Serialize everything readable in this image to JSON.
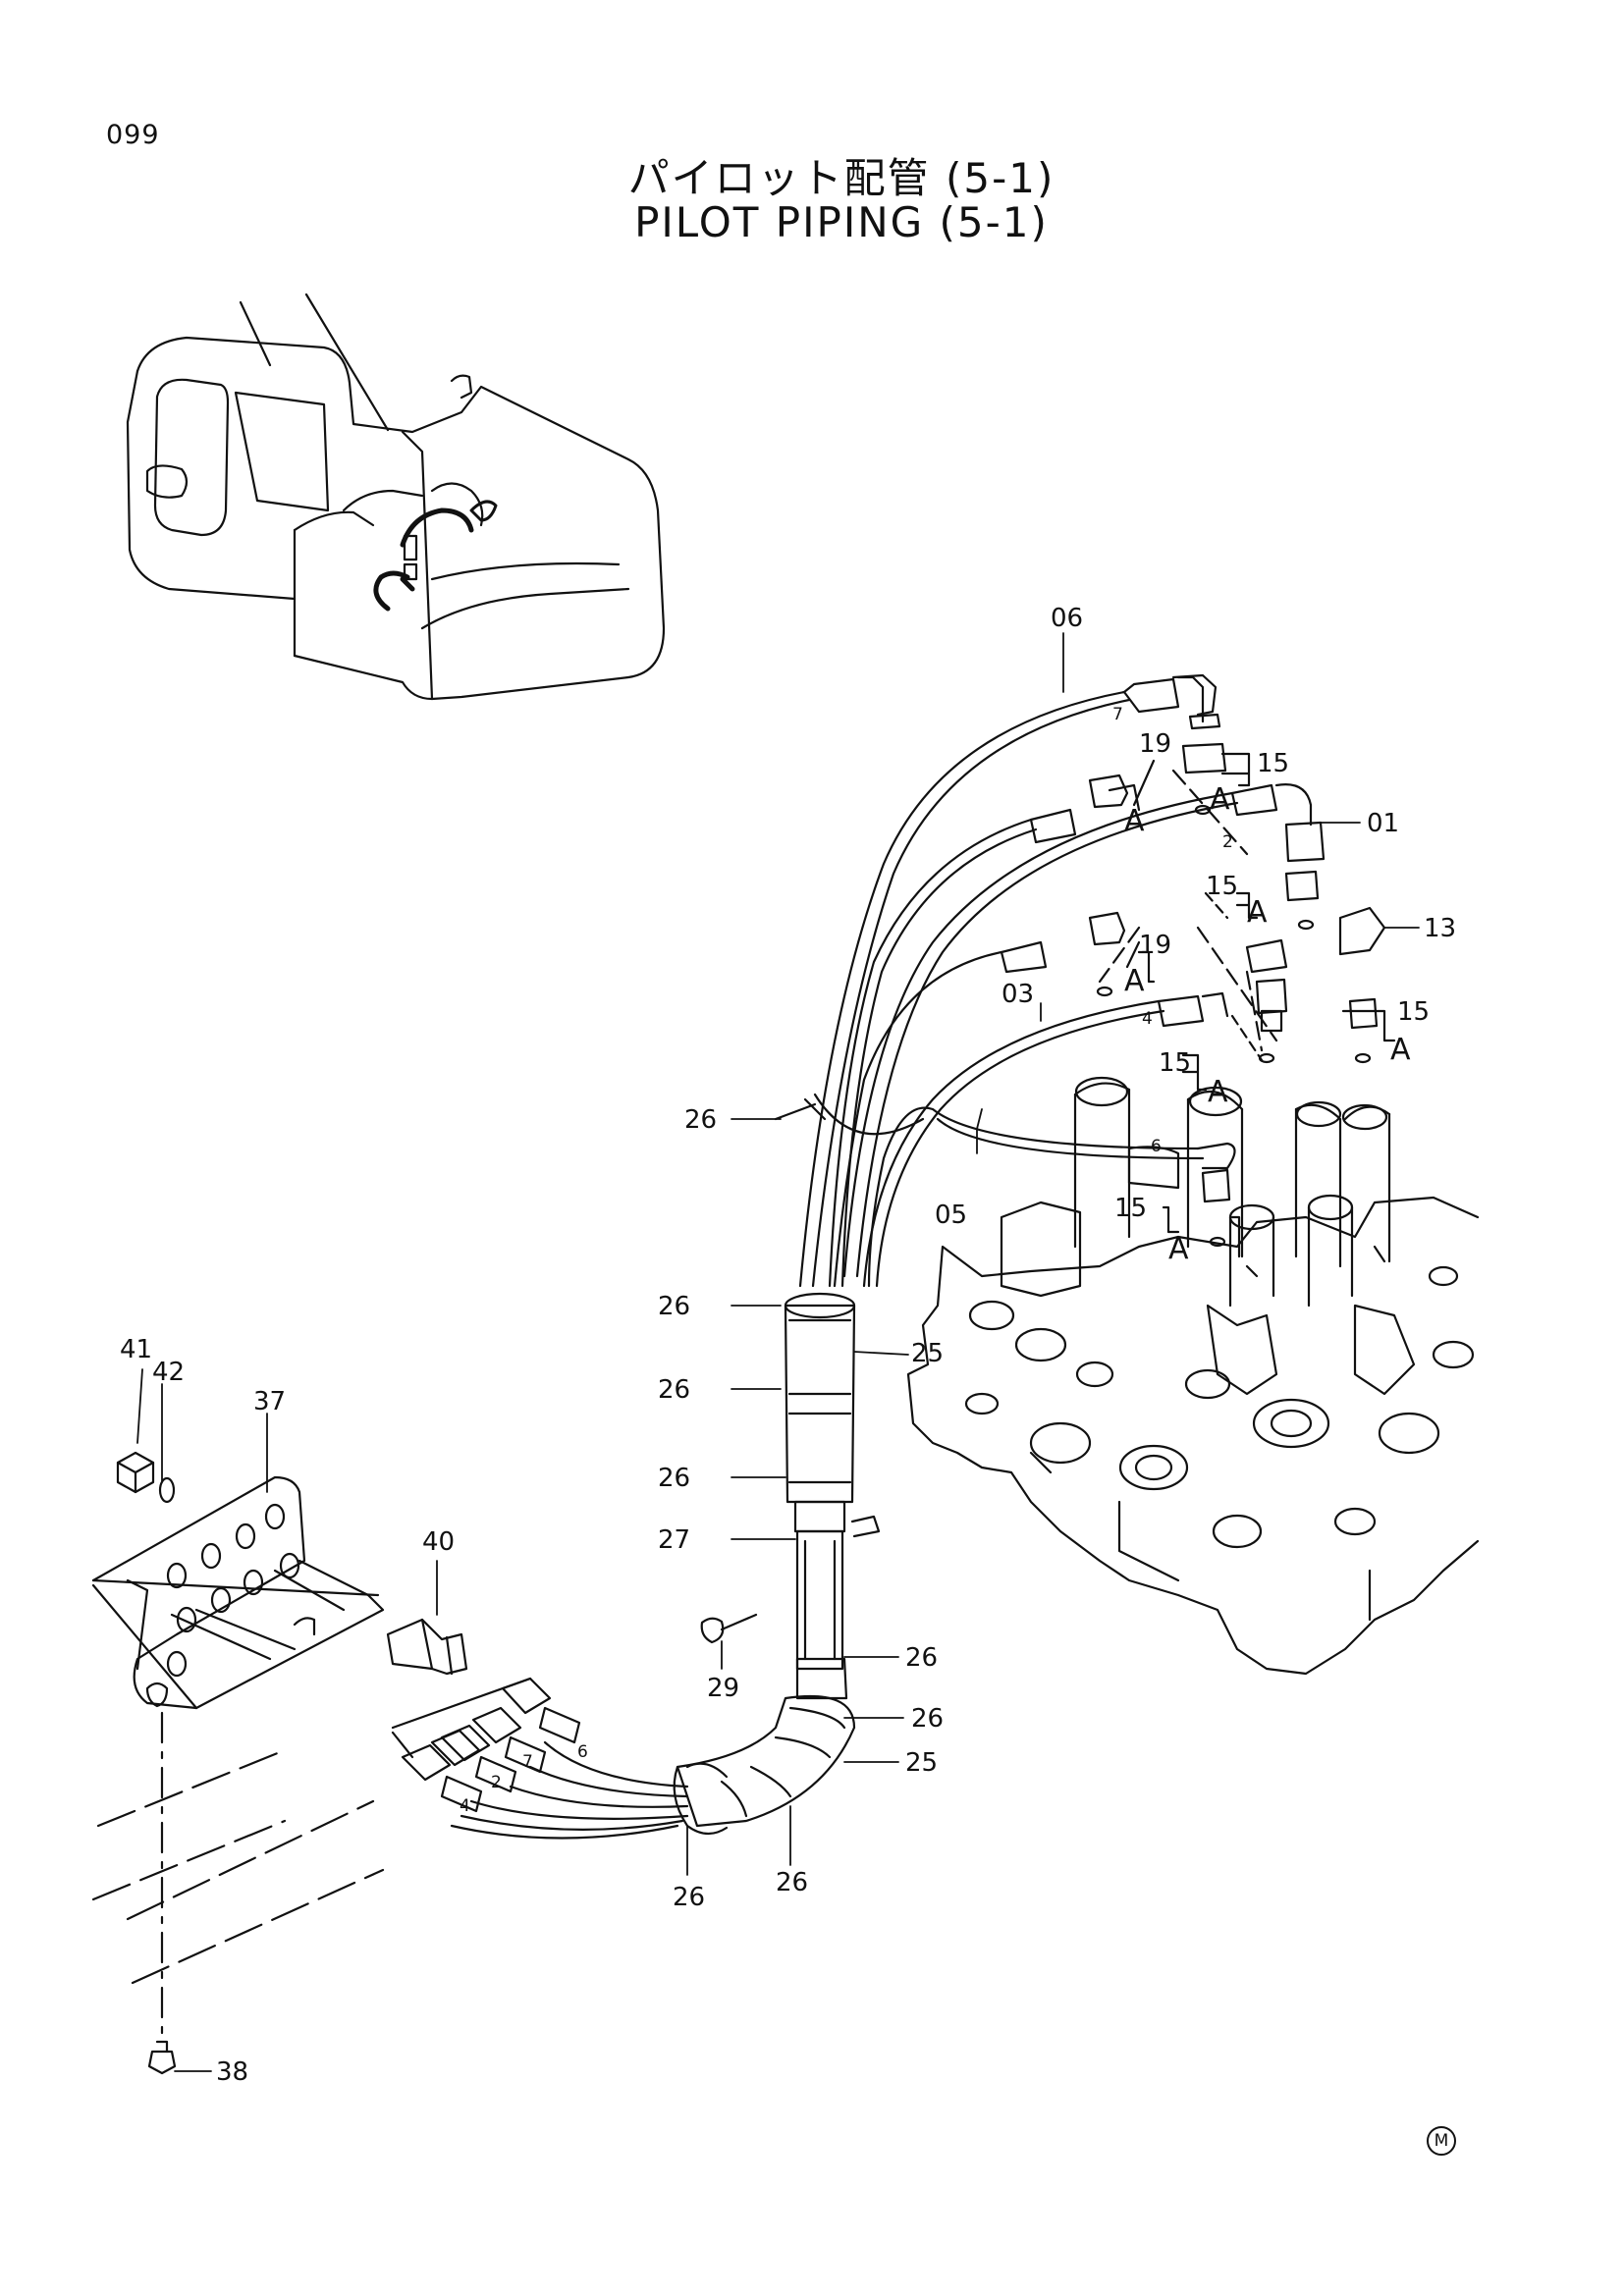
{
  "header": {
    "page_number": "099",
    "title_jp": "パイロット配管 (5-1)",
    "title_en": "PILOT PIPING (5-1)"
  },
  "callouts": {
    "c06": "06",
    "c19a": "19",
    "c15a": "15",
    "c01": "01",
    "c15b": "15",
    "c13": "13",
    "c19b": "19",
    "c03": "03",
    "c15c": "15",
    "c15d": "15",
    "c26a": "26",
    "c05": "05",
    "c15e": "15",
    "c26b": "26",
    "c25a": "25",
    "c26c": "26",
    "c26d": "26",
    "c27": "27",
    "c41": "41",
    "c42": "42",
    "c37": "37",
    "c40": "40",
    "c29": "29",
    "c26e": "26",
    "c26f": "26",
    "c25b": "25",
    "c26g": "26",
    "c26h": "26",
    "c38": "38"
  },
  "detail_refs": {
    "a1": "A",
    "a2": "A",
    "a3": "A",
    "a4": "A",
    "a5": "A",
    "a6": "A",
    "a7": "A"
  },
  "hose_numbers": {
    "h7": "7",
    "h2": "2",
    "h4": "4",
    "h6": "6",
    "e6": "6",
    "e7": "7",
    "e2": "2",
    "e4": "4"
  },
  "mark": "M"
}
